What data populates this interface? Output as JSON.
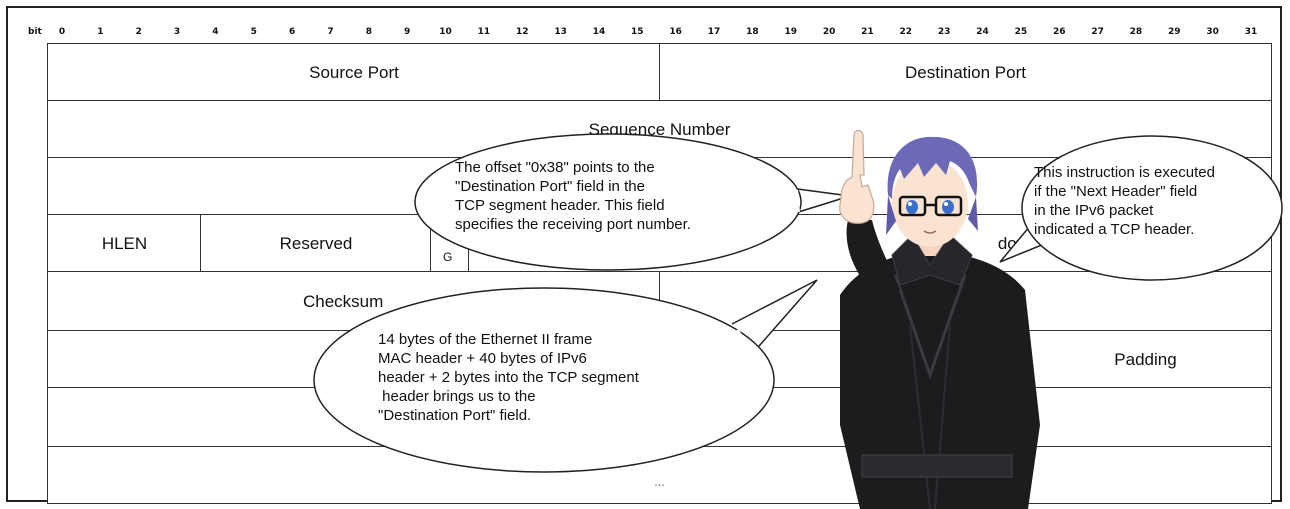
{
  "bit_label": "bit",
  "bit_numbers": [
    "0",
    "1",
    "2",
    "3",
    "4",
    "5",
    "6",
    "7",
    "8",
    "9",
    "10",
    "11",
    "12",
    "13",
    "14",
    "15",
    "16",
    "17",
    "18",
    "19",
    "20",
    "21",
    "22",
    "23",
    "24",
    "25",
    "26",
    "27",
    "28",
    "29",
    "30",
    "31"
  ],
  "fields": {
    "source_port": "Source Port",
    "destination_port": "Destination Port",
    "sequence_number": "Sequence Number",
    "hlen": "HLEN",
    "reserved": "Reserved",
    "flag_fragment": "G",
    "window_fragment": "dow",
    "checksum_fragment": "Checksum",
    "padding": "Padding",
    "ellipsis": "..."
  },
  "bubbles": {
    "offset": [
      "The offset \"0x38\" points to the",
      "\"Destination Port\" field in the",
      "TCP segment header. This field",
      "specifies the receiving port number."
    ],
    "instruction": [
      "This instruction is executed",
      "if the \"Next Header\" field",
      "in the IPv6 packet",
      "indicated a TCP header."
    ],
    "bytes": [
      "14 bytes of the Ethernet II frame",
      "MAC header + 40 bytes of IPv6",
      "header + 2 bytes into the TCP segment",
      " header brings us to the",
      "\"Destination Port\" field."
    ]
  },
  "colors": {
    "hair": "#6c6ab8",
    "coat": "#1c1c1f",
    "skin": "#fbe3d2",
    "eyes": "#3a6fd0"
  }
}
